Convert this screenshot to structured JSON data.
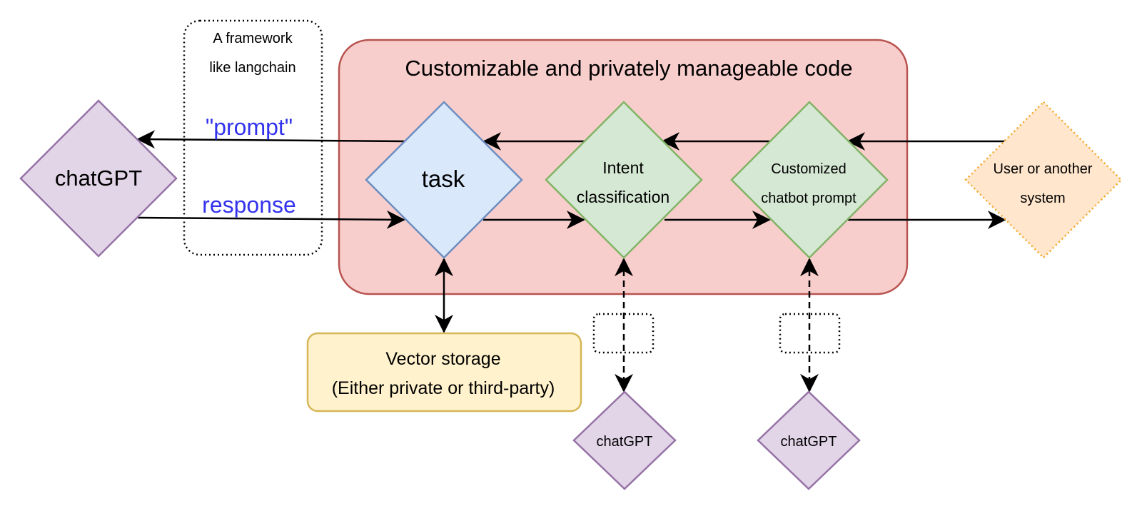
{
  "colors": {
    "region_fill": "#f8cecc",
    "region_stroke": "#b85450",
    "blue_fill": "#dae8fc",
    "blue_stroke": "#6c8ebf",
    "green_fill": "#d5e8d4",
    "green_stroke": "#82b366",
    "purple_fill": "#e1d5e7",
    "purple_stroke": "#9673a6",
    "orange_fill": "#ffe6cc",
    "orange_stroke": "#f5a623",
    "yellow_fill": "#fff2cc",
    "yellow_stroke": "#d6b656",
    "edge_label": "#3333ee"
  },
  "framework_box": {
    "line1": "A framework",
    "line2": "like langchain"
  },
  "region": {
    "title": "Customizable and privately manageable code"
  },
  "nodes": {
    "chatgpt_main": {
      "label": "chatGPT"
    },
    "task": {
      "label": "task"
    },
    "intent": {
      "line1": "Intent",
      "line2": "classification"
    },
    "customized": {
      "line1": "Customized",
      "line2": "chatbot prompt"
    },
    "user": {
      "line1": "User or another",
      "line2": "system"
    },
    "vector": {
      "line1": "Vector storage",
      "line2": "(Either private or third-party)"
    },
    "chatgpt_intent": {
      "label": "chatGPT"
    },
    "chatgpt_custom": {
      "label": "chatGPT"
    }
  },
  "edge_labels": {
    "prompt": "\"prompt\"",
    "response": "response"
  }
}
